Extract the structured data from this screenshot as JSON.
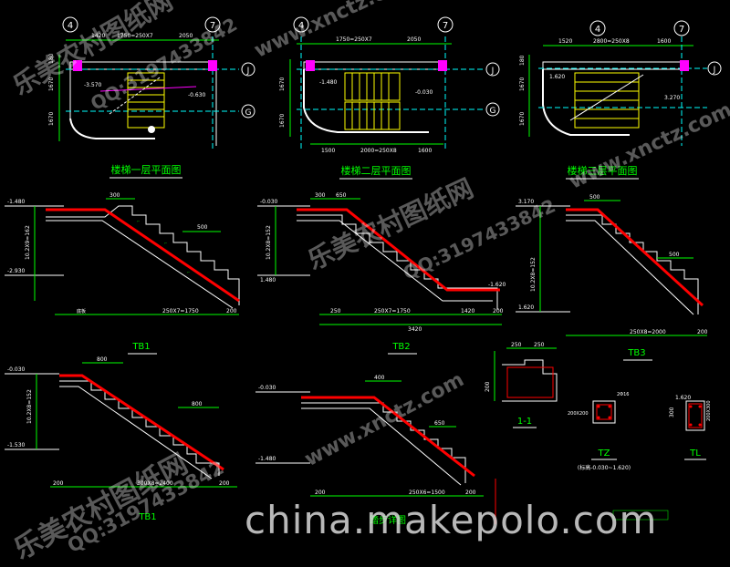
{
  "titles": {
    "plan1": "楼梯一层平面图",
    "plan2": "楼梯二层平面图",
    "plan3": "楼梯三层平面图",
    "tb1": "TB1",
    "tb2": "TB2",
    "tb3": "TB3",
    "tb_lower": "TB1",
    "steps": "踏步详图",
    "section": "1-1",
    "tz": "TZ",
    "tz_note": "(标高-0.030~1.620)",
    "tl": "TL"
  },
  "axes": {
    "a4": "4",
    "a7": "7",
    "aJ": "J",
    "aG": "G"
  },
  "dims": {
    "p1_top": [
      "1420",
      "1750=250X7",
      "2050"
    ],
    "p2_top": [
      "1750=250X7",
      "2050"
    ],
    "p3_top": [
      "1520",
      "2800=250X8",
      "1600"
    ],
    "p2_bot": [
      "1500",
      "2000=250X8",
      "1600"
    ],
    "p1_left": [
      "180",
      "1670",
      "1670"
    ],
    "p2_left": [
      "1670",
      "1670"
    ],
    "p3_left": [
      "180",
      "1670",
      "1670"
    ],
    "p3_lv": [
      "1.620",
      "3.270"
    ],
    "p1_lv": [
      "-3.570",
      "-0.630"
    ],
    "p2_lv": [
      "-1.480",
      "-0.030"
    ],
    "tb1": [
      "-1.480",
      "-2.930",
      "300",
      "500",
      "250X7=1750",
      "200",
      "10.2X9=162",
      "底板"
    ],
    "tb2": [
      "-0.030",
      "300",
      "650",
      "1.480",
      "-1.620",
      "250",
      "250X7=1750",
      "1420",
      "3420",
      "200",
      "10.2X8=152"
    ],
    "tb3": [
      "3.170",
      "1.620",
      "500",
      "500",
      "250X8=2000",
      "200",
      "10.2X8=152"
    ],
    "tb4": [
      "-0.030",
      "-1.530",
      "800",
      "800",
      "200",
      "300X8=2400",
      "200",
      "10.2X8=152"
    ],
    "tb5": [
      "-0.030",
      "400",
      "650",
      "-1.480",
      "200",
      "250X6=1500",
      "200"
    ],
    "section": [
      "250",
      "250",
      "200",
      "200"
    ],
    "tz": [
      "200X200",
      "2Φ16"
    ],
    "tl": [
      "1.620",
      "300",
      "200X300"
    ]
  },
  "watermarks": {
    "w1": "乐美农村图纸网",
    "w2": "QQ:3197433842",
    "site": "www.xnctz.com",
    "footer": "china.makepolo.com"
  },
  "colors": {
    "white": "#ffffff",
    "green": "#00ff00",
    "red": "#ff0000",
    "yellow": "#ffff00",
    "cyan": "#00ffff",
    "magenta": "#ff00ff"
  }
}
